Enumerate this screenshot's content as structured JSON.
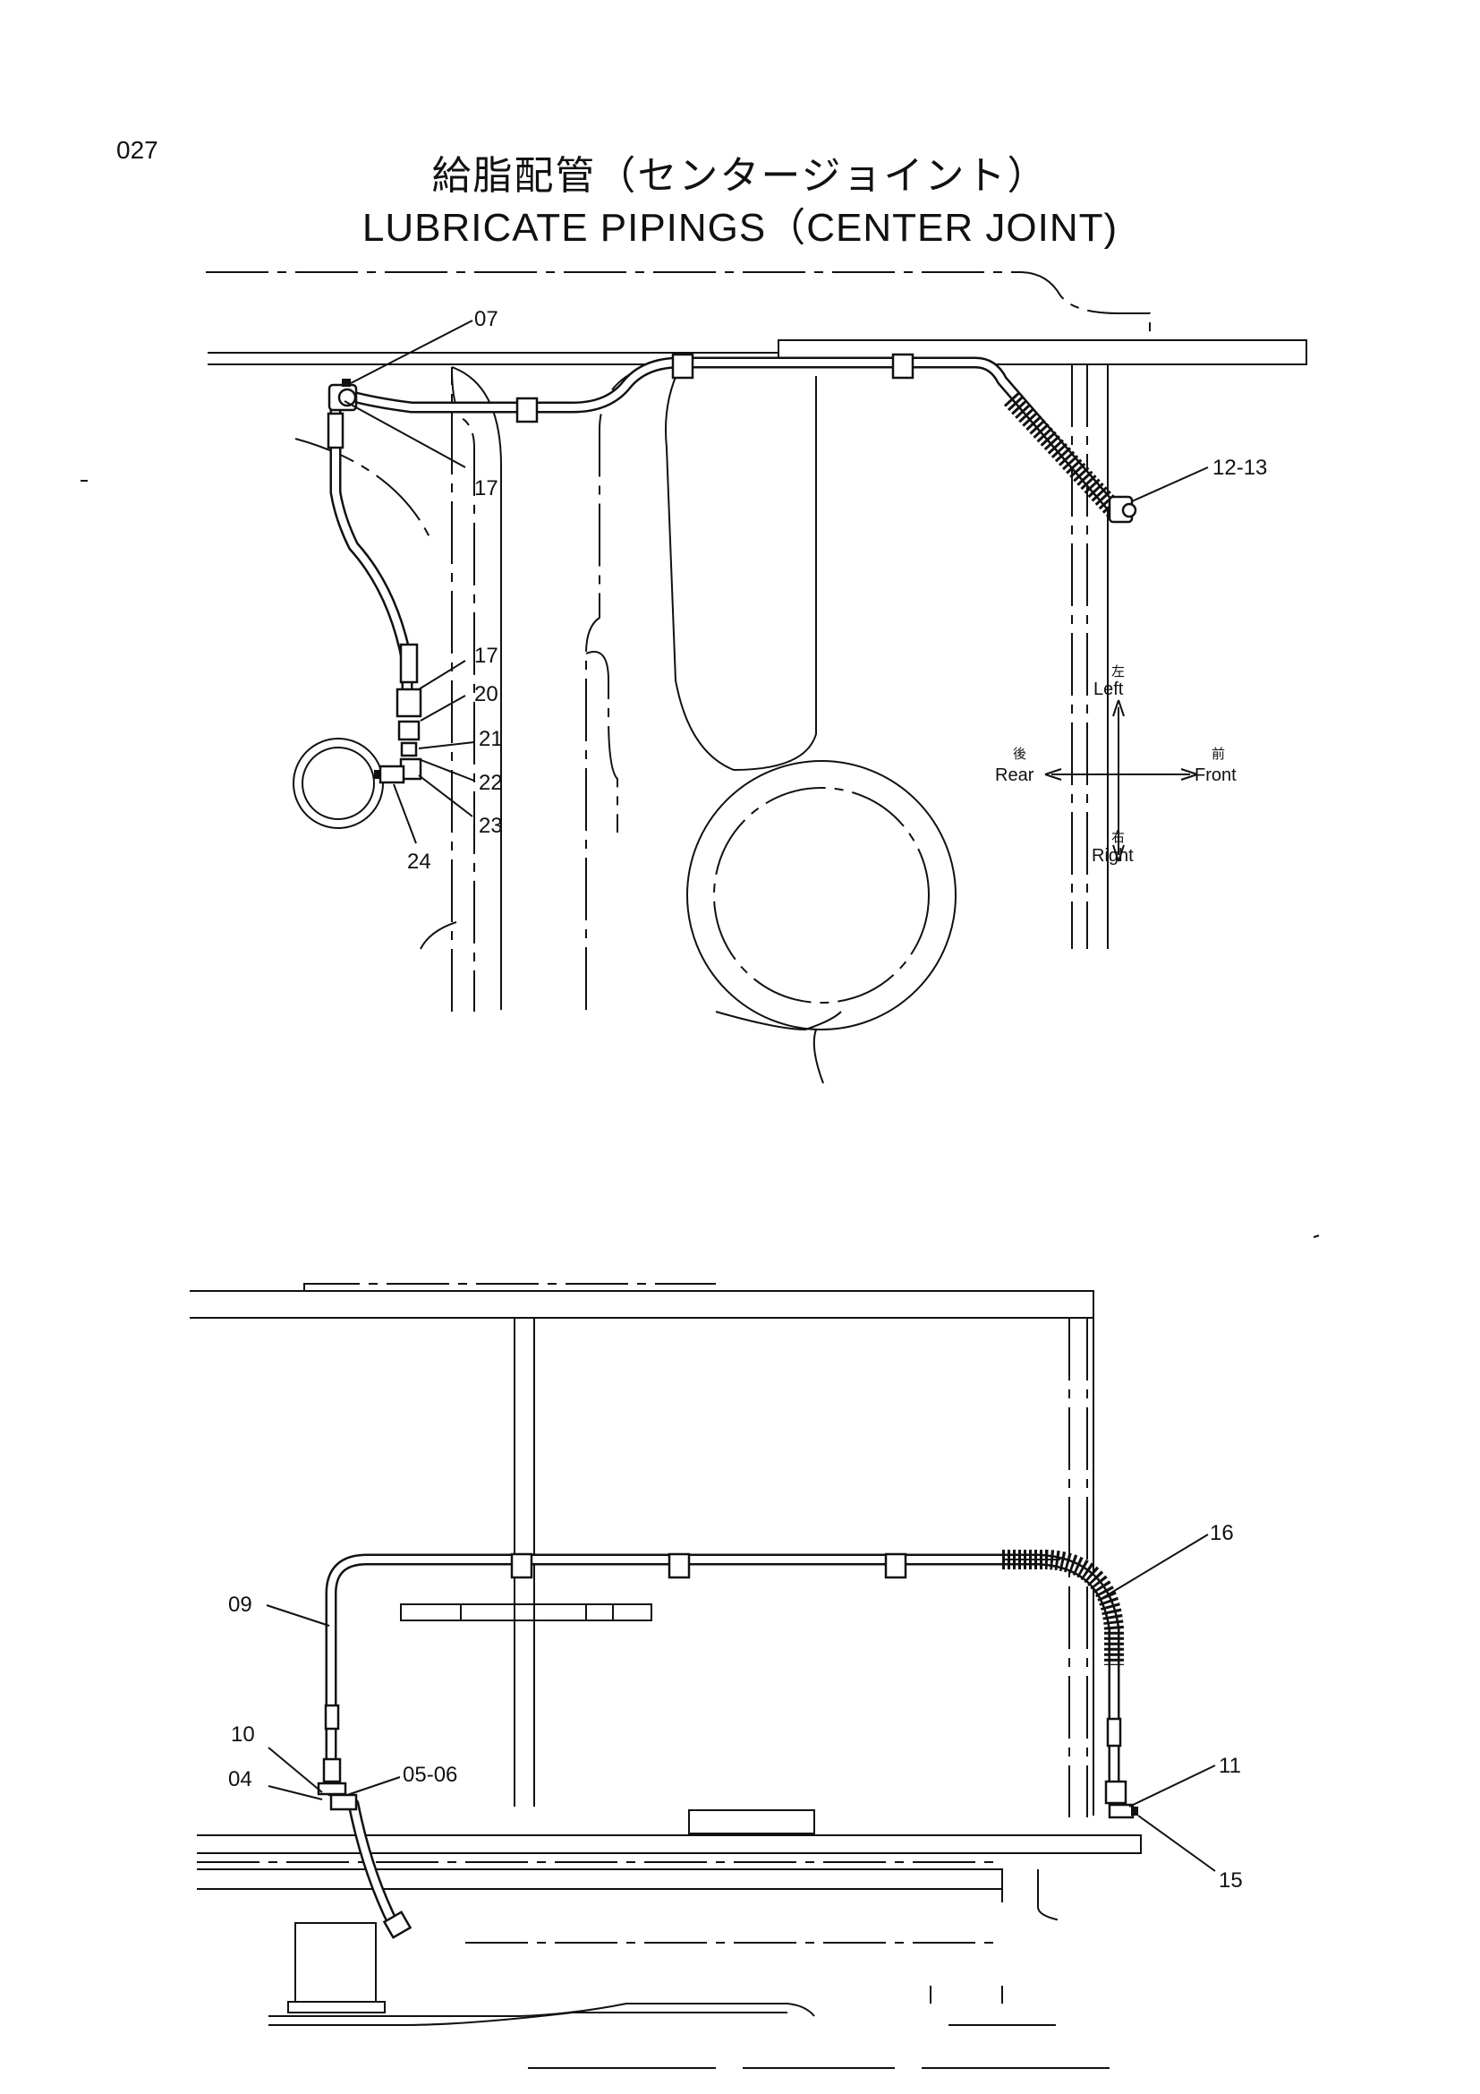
{
  "page": {
    "number": "027",
    "title_ja": "給脂配管（センタージョイント）",
    "title_en": "LUBRICATE PIPINGS（CENTER JOINT)"
  },
  "upper_view": {
    "callouts": [
      {
        "id": "c07",
        "label": "07"
      },
      {
        "id": "c17a",
        "label": "17"
      },
      {
        "id": "c1213",
        "label": "12-13"
      },
      {
        "id": "c17b",
        "label": "17"
      },
      {
        "id": "c20",
        "label": "20"
      },
      {
        "id": "c21",
        "label": "21"
      },
      {
        "id": "c22",
        "label": "22"
      },
      {
        "id": "c23",
        "label": "23"
      },
      {
        "id": "c24",
        "label": "24"
      }
    ],
    "direction": {
      "left_ja": "左",
      "left_en": "Left",
      "right_ja": "右",
      "right_en": "Right",
      "rear_ja": "後",
      "rear_en": "Rear",
      "front_ja": "前",
      "front_en": "Front"
    }
  },
  "lower_view": {
    "callouts": [
      {
        "id": "c16",
        "label": "16"
      },
      {
        "id": "c09",
        "label": "09"
      },
      {
        "id": "c10",
        "label": "10"
      },
      {
        "id": "c04",
        "label": "04"
      },
      {
        "id": "c0506",
        "label": "05-06"
      },
      {
        "id": "c11",
        "label": "11"
      },
      {
        "id": "c15",
        "label": "15"
      }
    ]
  }
}
